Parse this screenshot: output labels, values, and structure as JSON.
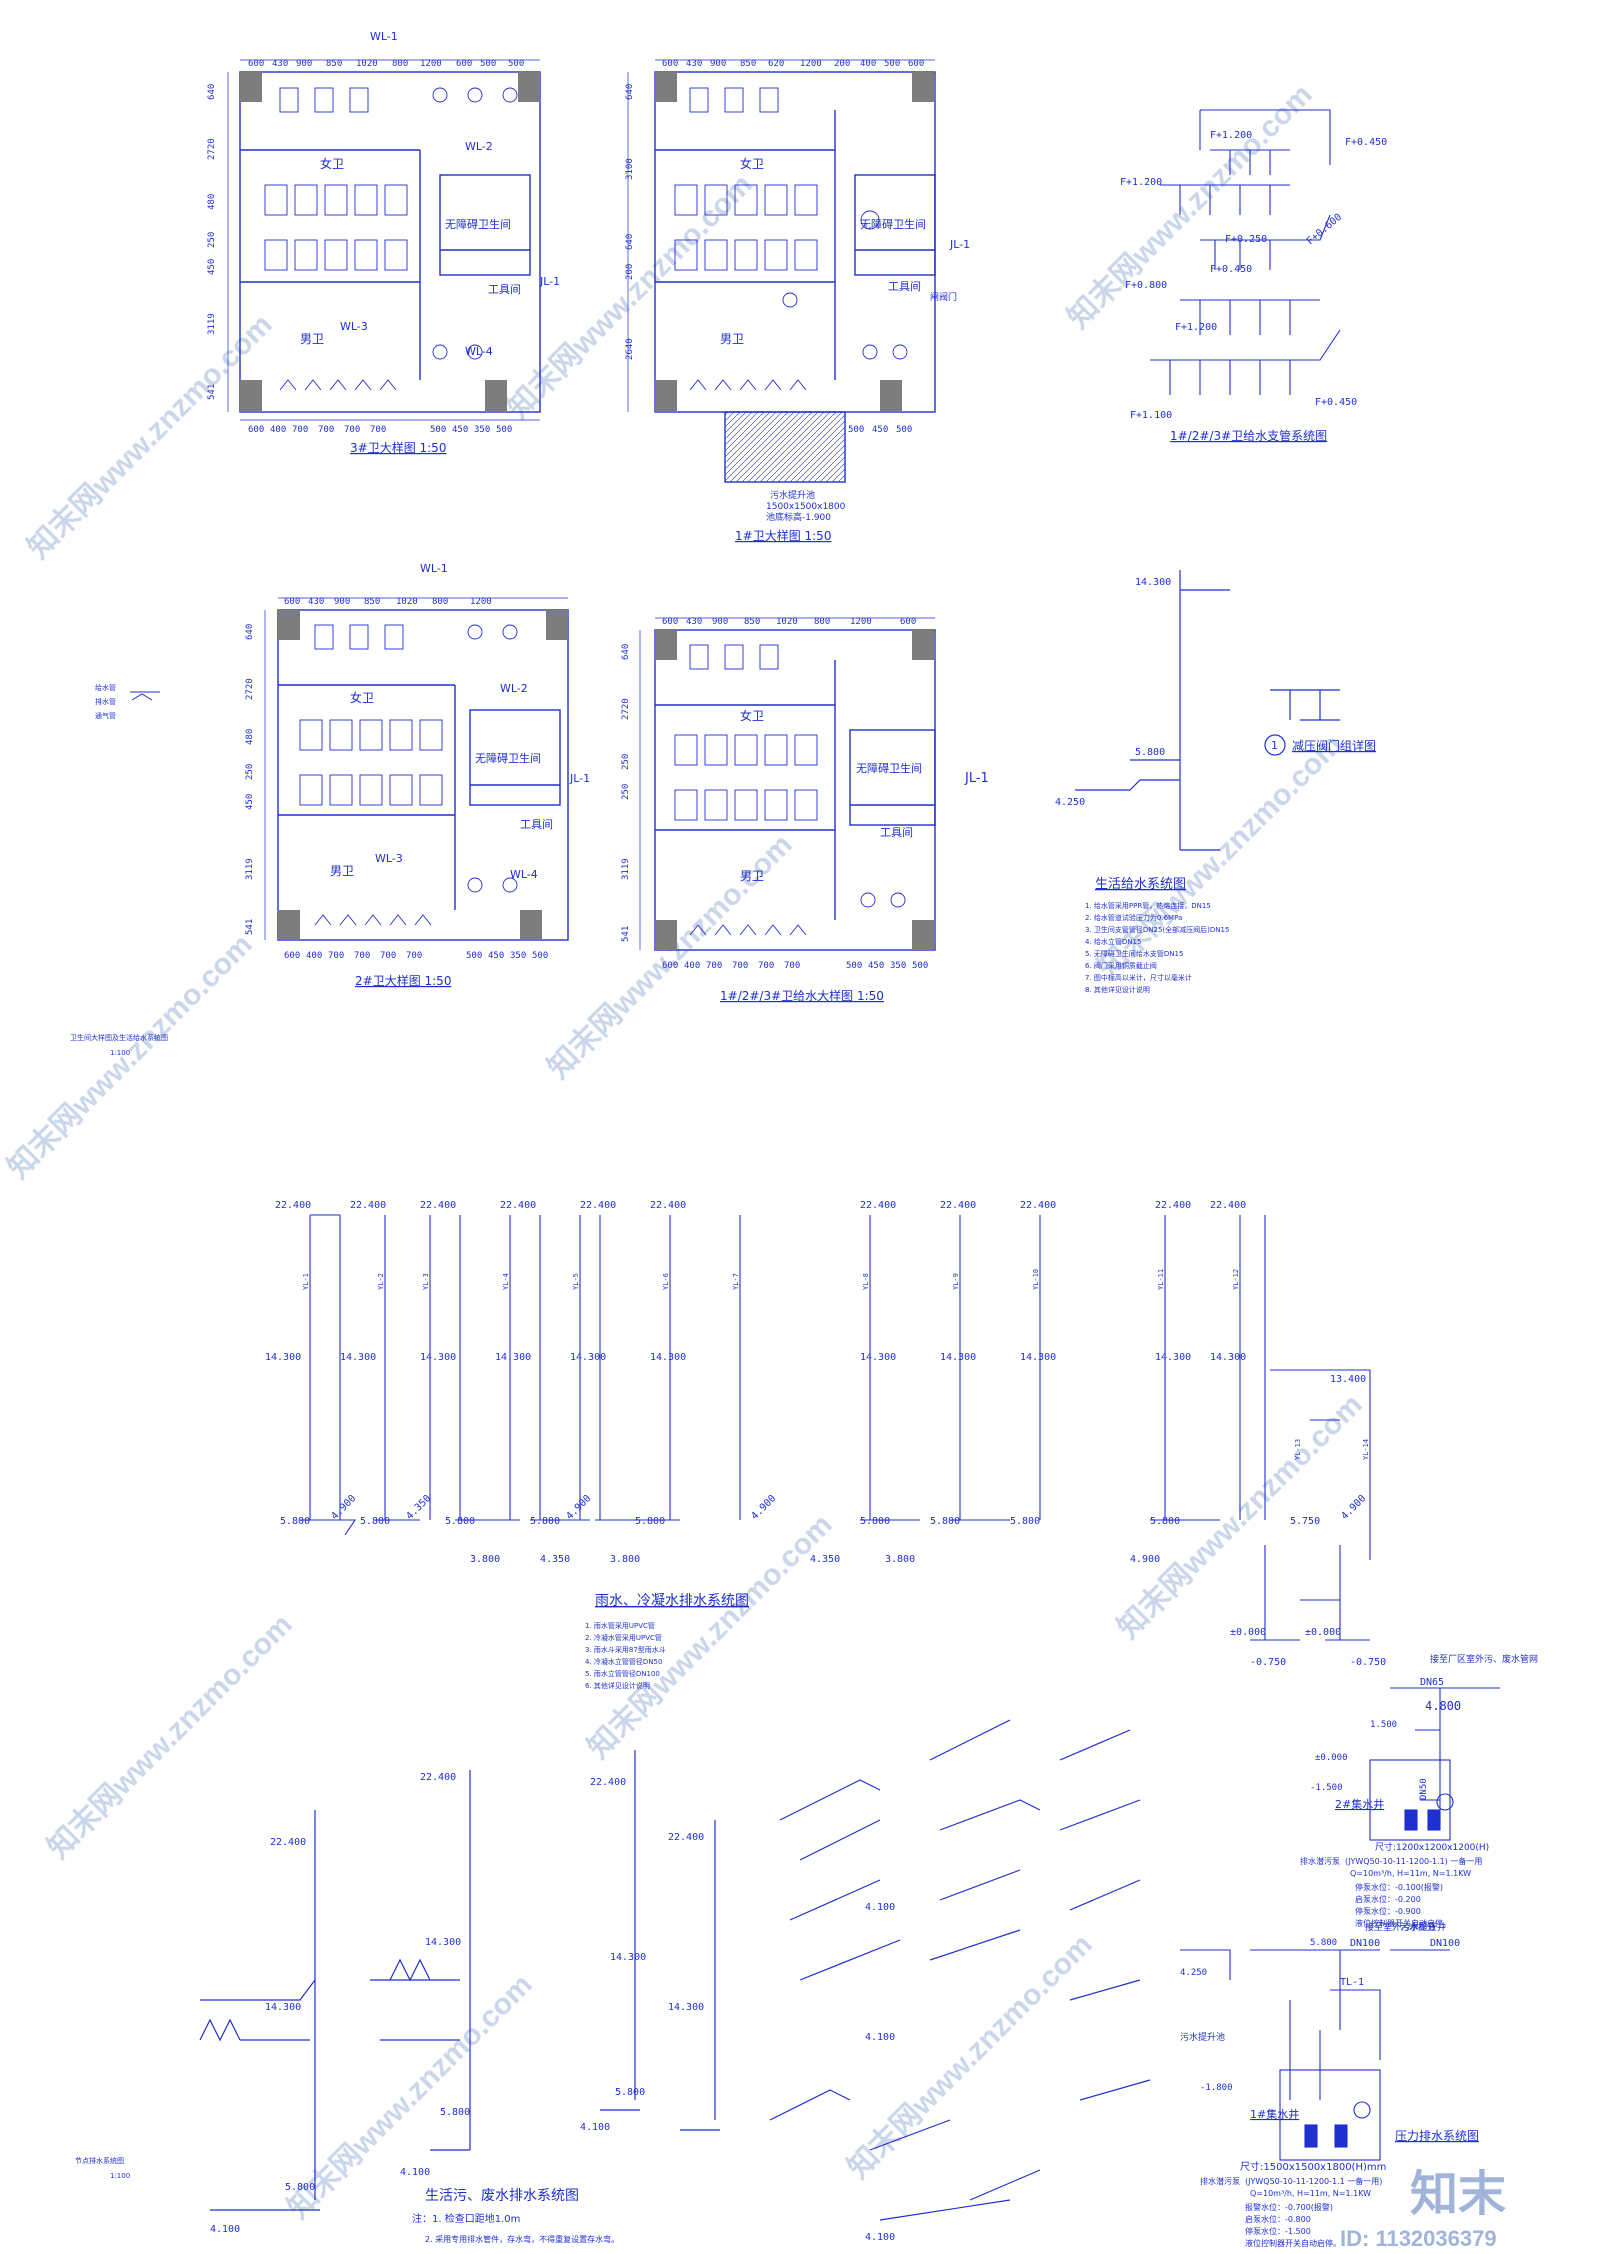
{
  "colors": {
    "line": "#1f2fd0",
    "column": "#7d7d7d",
    "watermark": "#9fb4d8",
    "paper": "#ffffff"
  },
  "plans": {
    "p3": {
      "title": "3#卫大样图 1:50",
      "top_dims": [
        "600",
        "430",
        "900",
        "850",
        "1020",
        "800",
        "1200",
        "600",
        "500",
        "500"
      ],
      "bottom_dims": [
        "600",
        "400",
        "700",
        "700",
        "700",
        "700",
        "500",
        "450",
        "350",
        "500"
      ],
      "side_dims": [
        "640",
        "2720",
        "480",
        "250",
        "450",
        "3119",
        "541"
      ],
      "room_female": "女卫",
      "room_male": "男卫",
      "room_access": "无障碍卫生间",
      "room_tool": "工具间",
      "tags": [
        "WL-1",
        "WL-2",
        "WL-3",
        "WL-4",
        "JL-1"
      ]
    },
    "p1": {
      "title": "1#卫大样图 1:50",
      "top_dims": [
        "600",
        "430",
        "900",
        "850",
        "620",
        "1200",
        "200",
        "400",
        "500",
        "600"
      ],
      "bottom_dims": [
        "500",
        "450",
        "500"
      ],
      "side_dims": [
        "640",
        "3100",
        "640",
        "200",
        "2640"
      ],
      "room_female": "女卫",
      "room_male": "男卫",
      "room_access": "无障碍卫生间",
      "room_tool": "工具间",
      "tags": [
        "JL-1"
      ],
      "note_pit": "污水提升池",
      "note_pit_size": "1500x1500x1800",
      "note_pit_level": "池底标高-1.900",
      "note_valve": "闸阀门"
    },
    "p2": {
      "title": "2#卫大样图 1:50",
      "top_dims": [
        "600",
        "430",
        "900",
        "850",
        "1020",
        "800",
        "1200"
      ],
      "bottom_dims": [
        "600",
        "400",
        "700",
        "700",
        "700",
        "700",
        "500",
        "450",
        "350",
        "500"
      ],
      "side_dims": [
        "640",
        "2720",
        "480",
        "250",
        "450",
        "3119",
        "541"
      ],
      "room_female": "女卫",
      "room_male": "男卫",
      "room_access": "无障碍卫生间",
      "room_tool": "工具间",
      "tags": [
        "WL-1",
        "WL-2",
        "WL-3",
        "WL-4",
        "JL-1"
      ]
    },
    "p4": {
      "title": "1#/2#/3#卫给水大样图 1:50",
      "top_dims": [
        "600",
        "430",
        "900",
        "850",
        "1020",
        "800",
        "1200",
        "600"
      ],
      "bottom_dims": [
        "600",
        "400",
        "700",
        "700",
        "700",
        "700",
        "500",
        "450",
        "350",
        "500"
      ],
      "side_dims": [
        "640",
        "2720",
        "250",
        "250",
        "3119",
        "541"
      ],
      "room_female": "女卫",
      "room_male": "男卫",
      "room_access": "无障碍卫生间",
      "room_tool": "工具间",
      "tags": [
        "JL-1"
      ]
    }
  },
  "side_legend": {
    "lines": [
      "给水管",
      "排水管",
      "通气管"
    ]
  },
  "branch_system": {
    "title": "1#/2#/3#卫给水支管系统图",
    "levels": [
      "F+1.200",
      "F+0.450",
      "F+1.200",
      "F+0.250",
      "F+0.600",
      "F+0.450",
      "F+0.800",
      "F+1.200",
      "F+0.450",
      "F+1.100"
    ]
  },
  "supply_system": {
    "title": "生活给水系统图",
    "levels": [
      "14.300",
      "5.800",
      "4.250"
    ],
    "detail_title": "减压阀门组详图",
    "detail_num": "1",
    "notes": [
      "1. 给水管采用PPR管，热熔连接，DN15",
      "2. 给水管道试验压力为0.6MPa",
      "3. 卫生间支管管径DN25(全部减压阀后)DN15",
      "4. 给水立管DN15",
      "5. 无障碍卫生间给水支管DN15",
      "6. 阀门采用铜质截止阀",
      "7. 图中标高以米计，尺寸以毫米计",
      "8. 其他详见设计说明"
    ]
  },
  "left_small_labels": {
    "title": "卫生间大样图及生活给水系统图",
    "scale": "1:100"
  },
  "rain_system": {
    "title": "雨水、冷凝水排水系统图",
    "levels": [
      "22.400",
      "14.300",
      "13.400",
      "5.800",
      "5.750",
      "4.900",
      "4.350",
      "3.800",
      "±0.000",
      "-0.750"
    ],
    "pipe_tags": [
      "YL-1",
      "YL-2",
      "YL-3",
      "YL-4",
      "YL-5",
      "YL-6",
      "YL-7",
      "YL-8",
      "YL-9",
      "YL-10",
      "YL-11",
      "YL-12",
      "YL-13",
      "YL-14"
    ],
    "notes": [
      "1. 雨水管采用UPVC管",
      "2. 冷凝水管采用UPVC管",
      "3. 雨水斗采用87型雨水斗",
      "4. 冷凝水立管管径DN50",
      "5. 雨水立管管径DN100",
      "6. 其他详见设计说明"
    ]
  },
  "sewage_system": {
    "title": "生活污、废水排水系统图",
    "note1": "注：1. 检查口距地1.0m",
    "note2": "2. 采用专用排水管件，存水弯，不得重复设置存水弯。",
    "levels": [
      "22.400",
      "14.300",
      "5.800",
      "4.100"
    ]
  },
  "pump_well_2": {
    "title": "2#集水井",
    "label_out": "接至厂区室外污、废水管网",
    "dn": "DN65",
    "dn2": "DN50",
    "level_out": "4.800",
    "levels": [
      "1.500",
      "±0.000",
      "-1.500"
    ],
    "size": "尺寸:1200x1200x1200(H)",
    "pump": "排水潜污泵",
    "pump_spec": "(JYWQ50-10-11-1200-1.1) 一备一用",
    "pump_param": "Q=10m³/h, H=11m, N=1.1KW",
    "stop_level": "停泵水位：-0.100(报警)",
    "start_level": "启泵水位：-0.200",
    "low_level": "停泵水位：-0.900",
    "auto": "液位控制器开关自动启停。"
  },
  "pump_well_1": {
    "title": "污水提升",
    "label_out": "接至室外污水检查井",
    "dn": "DN100",
    "dn2": "DN100",
    "tl": "TL-1",
    "levels": [
      "5.800",
      "4.250",
      "-1.800"
    ],
    "pit": "污水提升池",
    "well": "1#集水井",
    "size": "尺寸:1500x1500x1800(H)mm",
    "pump": "排水潜污泵",
    "pump_spec": "(JYWQ50-10-11-1200-1.1 一备一用)",
    "pump_param": "Q=10m³/h, H=11m, N=1.1KW",
    "stop_level": "报警水位：-0.700(报警)",
    "start_level": "启泵水位：-0.800",
    "low_level": "停泵水位：-1.500",
    "auto": "液位控制器开关自动启停。",
    "title2": "压力排水系统图"
  },
  "watermark": {
    "text": "知末网www.znzmo.com",
    "logo": "知末",
    "id": "ID: 1132036379"
  },
  "bottom_left": {
    "title": "节点排水系统图",
    "scale": "1:100"
  }
}
